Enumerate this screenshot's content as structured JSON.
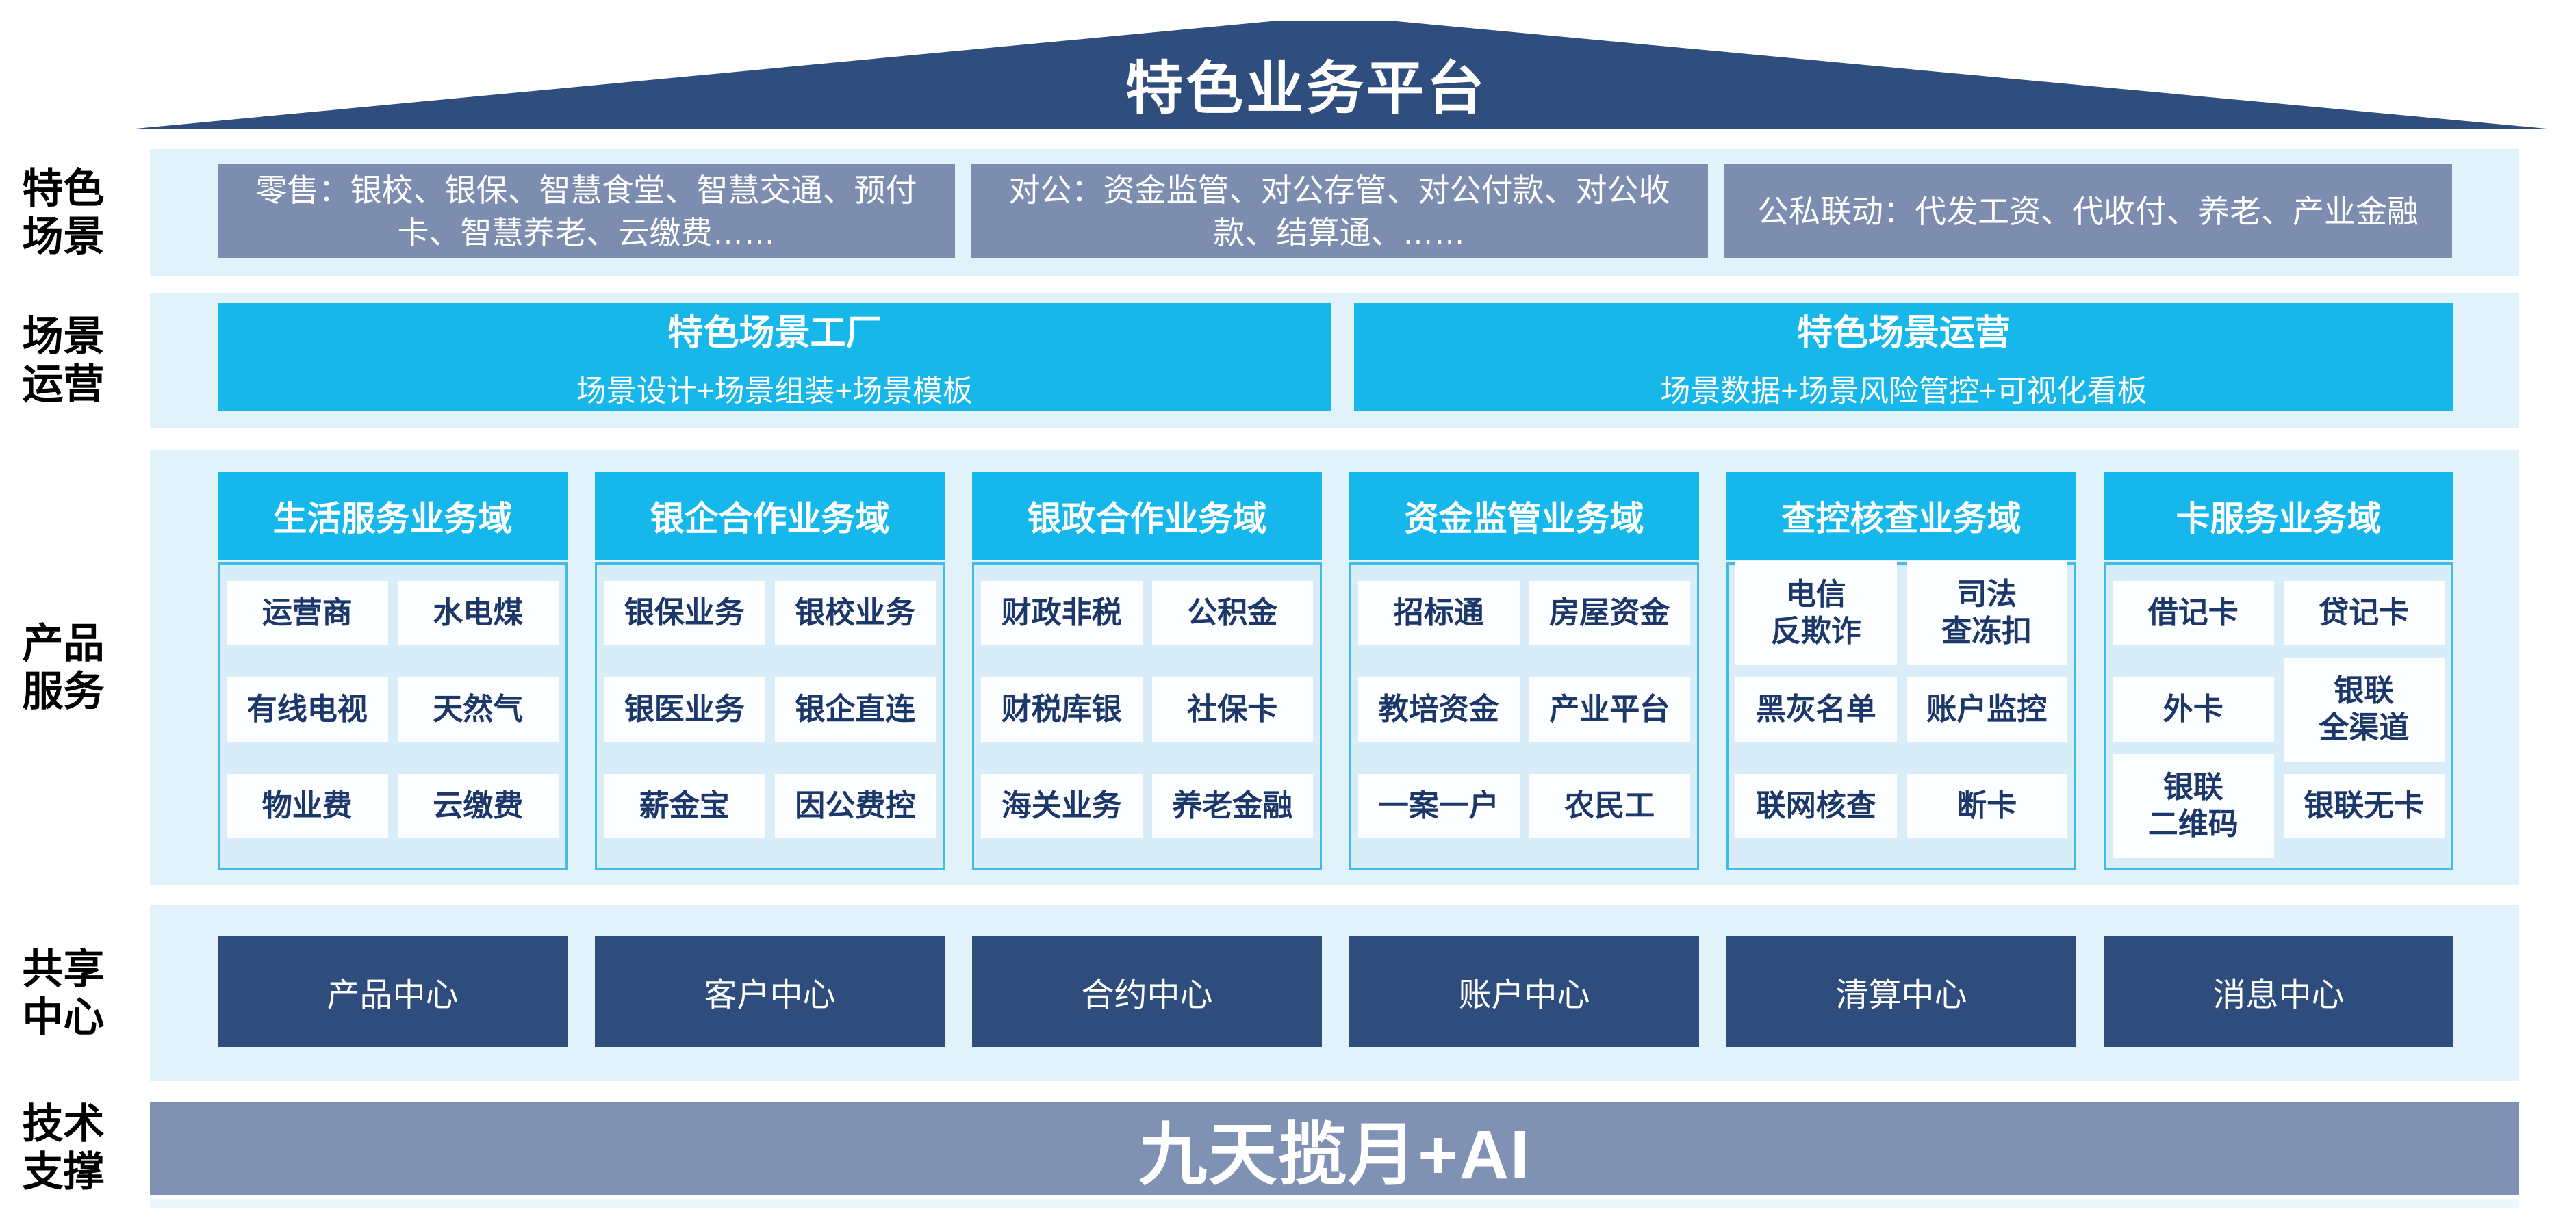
{
  "roof": {
    "title": "特色业务平台"
  },
  "side_labels": {
    "scenes": "特色\n场景",
    "operation": "场景\n运营",
    "products": "产品\n服务",
    "centers": "共享\n中心",
    "tech": "技术\n支撑"
  },
  "scenes": {
    "boxes": [
      "零售：银校、银保、智慧食堂、智慧交通、预付\n卡、智慧养老、云缴费……",
      "对公：资金监管、对公存管、对公付款、对公收\n款、结算通、……",
      "公私联动：代发工资、代收付、养老、产业金融"
    ]
  },
  "operation": {
    "boxes": [
      {
        "title": "特色场景工厂",
        "subtitle": "场景设计+场景组装+场景模板"
      },
      {
        "title": "特色场景运营",
        "subtitle": "场景数据+场景风险管控+可视化看板"
      }
    ]
  },
  "products": {
    "domains": [
      {
        "header": "生活服务业务域",
        "items": [
          "运营商",
          "水电煤",
          "有线电视",
          "天然气",
          "物业费",
          "云缴费"
        ]
      },
      {
        "header": "银企合作业务域",
        "items": [
          "银保业务",
          "银校业务",
          "银医业务",
          "银企直连",
          "薪金宝",
          "因公费控"
        ]
      },
      {
        "header": "银政合作业务域",
        "items": [
          "财政非税",
          "公积金",
          "财税库银",
          "社保卡",
          "海关业务",
          "养老金融"
        ]
      },
      {
        "header": "资金监管业务域",
        "items": [
          "招标通",
          "房屋资金",
          "教培资金",
          "产业平台",
          "一案一户",
          "农民工"
        ]
      },
      {
        "header": "查控核查业务域",
        "items": [
          "电信\n反欺诈",
          "司法\n查冻扣",
          "黑灰名单",
          "账户监控",
          "联网核查",
          "断卡"
        ]
      },
      {
        "header": "卡服务业务域",
        "items": [
          "借记卡",
          "贷记卡",
          "外卡",
          "银联\n全渠道",
          "银联\n二维码",
          "银联无卡"
        ]
      }
    ]
  },
  "centers": {
    "boxes": [
      "产品中心",
      "客户中心",
      "合约中心",
      "账户中心",
      "清算中心",
      "消息中心"
    ]
  },
  "tech": {
    "platform": "九天揽月+AI"
  },
  "colors": {
    "navy": "#2f4e7d",
    "scene_gray": "#7c8db0",
    "bar_gray": "#8092b4",
    "cyan": "#17b7ea",
    "strip_blue": "#e1f2fb",
    "panel_blue": "#d9edf8",
    "panel_border": "#3ebde9",
    "cell_text": "#1c3769"
  }
}
